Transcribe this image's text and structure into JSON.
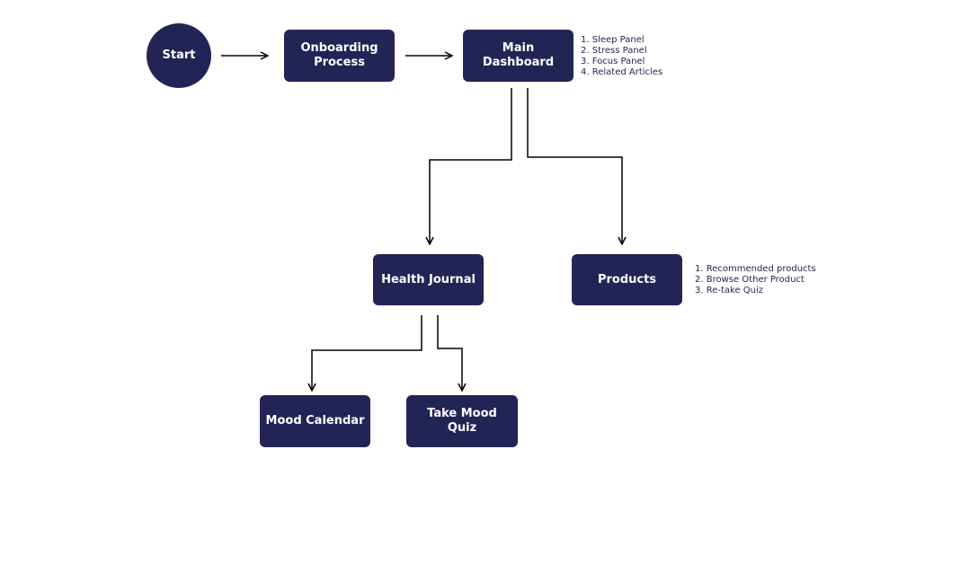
{
  "diagram": {
    "nodes": {
      "start": "Start",
      "onboarding": "Onboarding Process",
      "dashboard": "Main Dashboard",
      "journal": "Health Journal",
      "products": "Products",
      "mood_calendar": "Mood Calendar",
      "mood_quiz": "Take Mood Quiz"
    },
    "notes": {
      "dashboard": [
        "1. Sleep Panel",
        "2. Stress Panel",
        "3. Focus Panel",
        "4. Related Articles"
      ],
      "products": [
        "1. Recommended products",
        "2. Browse Other Product",
        "3. Re-take Quiz"
      ]
    },
    "colors": {
      "node_fill": "#232456",
      "node_text": "#ffffff",
      "connector": "#000000",
      "note_text": "#232456"
    }
  }
}
